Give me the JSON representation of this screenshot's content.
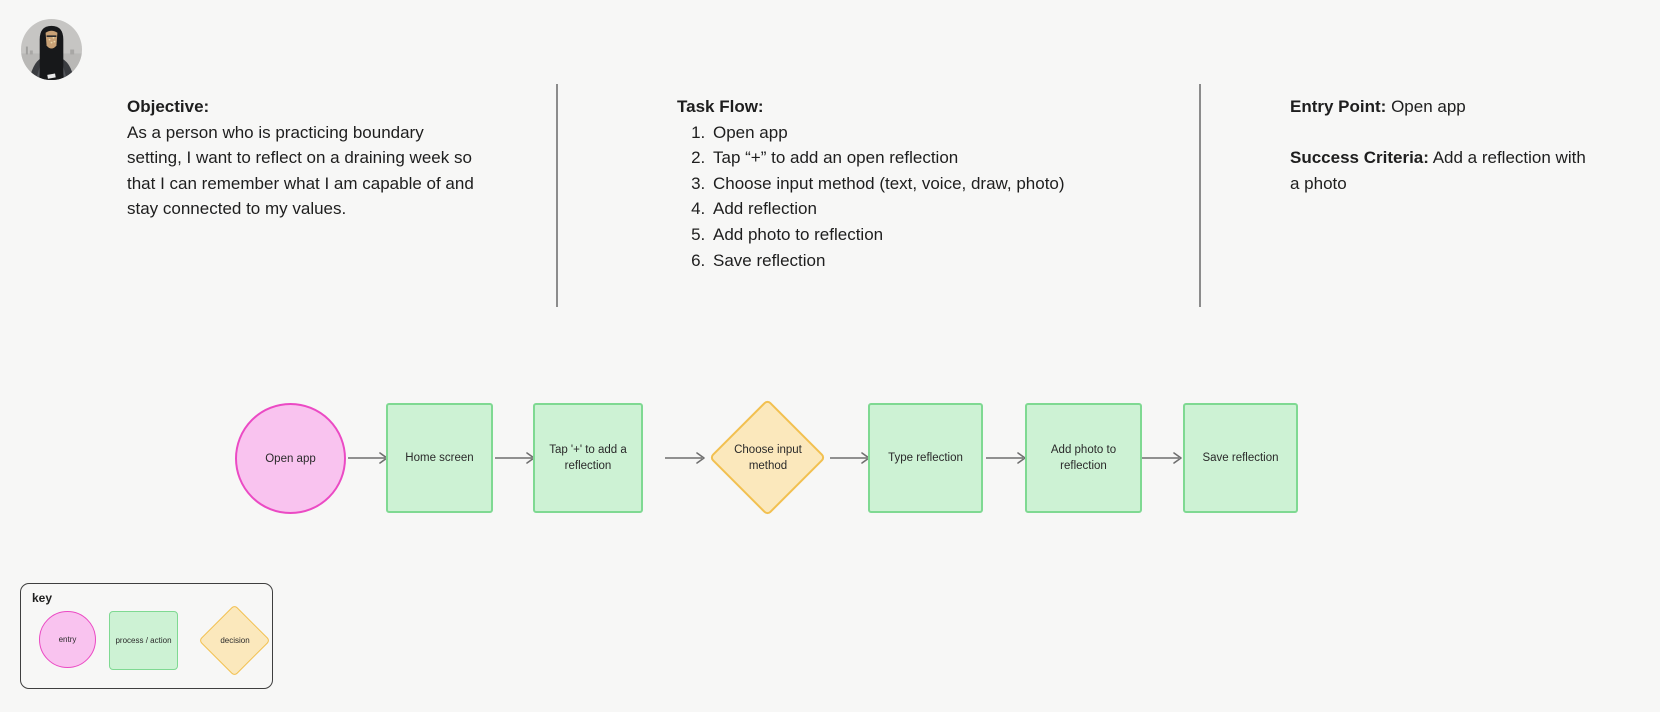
{
  "columns": {
    "objective": {
      "heading": "Objective:",
      "body": "As a person who is practicing boundary setting, I want to reflect on a draining week so that I can remember what I am capable of and stay connected to my values."
    },
    "task_flow": {
      "heading": "Task Flow:",
      "steps": [
        "Open app",
        "Tap “+” to add an open reflection",
        "Choose input method (text, voice, draw, photo)",
        "Add reflection",
        "Add photo to reflection",
        "Save reflection"
      ]
    },
    "entry": {
      "entry_label": "Entry Point:",
      "entry_value": " Open app",
      "success_label": "Success Criteria:",
      "success_value": " Add a reflection with a photo"
    }
  },
  "flowchart": {
    "nodes": [
      {
        "type": "entry",
        "shape": "circle",
        "label": "Open app"
      },
      {
        "type": "process",
        "shape": "rect",
        "label": "Home screen"
      },
      {
        "type": "process",
        "shape": "rect",
        "label": "Tap '+' to add a reflection"
      },
      {
        "type": "decision",
        "shape": "diamond",
        "label": "Choose input method"
      },
      {
        "type": "process",
        "shape": "rect",
        "label": "Type reflection"
      },
      {
        "type": "process",
        "shape": "rect",
        "label": "Add photo to reflection"
      },
      {
        "type": "process",
        "shape": "rect",
        "label": "Save reflection"
      }
    ]
  },
  "key": {
    "title": "key",
    "items": [
      {
        "shape": "circle",
        "label": "entry"
      },
      {
        "shape": "rect",
        "label": "process / action"
      },
      {
        "shape": "diamond",
        "label": "decision"
      }
    ]
  },
  "icons": {
    "avatar": "user-avatar",
    "connector": "flow-arrow"
  },
  "colors": {
    "background": "#f7f7f6",
    "entry_fill": "#f9c3ef",
    "entry_stroke": "#eb4ac4",
    "process_fill": "#cdf2d4",
    "process_stroke": "#7fd992",
    "decision_fill": "#fbe8bc",
    "decision_stroke": "#f2c050",
    "connector": "#6f6f6f",
    "divider": "#8c8c8c",
    "text": "#1e1e1e"
  }
}
